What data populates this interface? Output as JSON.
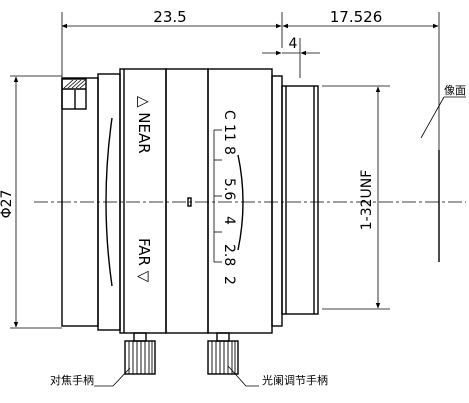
{
  "dimensions": {
    "overall_length": "23.5",
    "back_focus": "17.526",
    "thread_length": "4",
    "diameter": "Φ27",
    "mount_thread": "1-32UNF"
  },
  "focus_ring": {
    "near": "△ NEAR",
    "far": "FAR ▽"
  },
  "aperture_scale": [
    "C",
    "11",
    "8",
    "5.6",
    "4",
    "2.8",
    "2"
  ],
  "labels": {
    "image_plane": "像面",
    "focus_handle": "对焦手柄",
    "iris_handle": "光阑调节手柄"
  }
}
